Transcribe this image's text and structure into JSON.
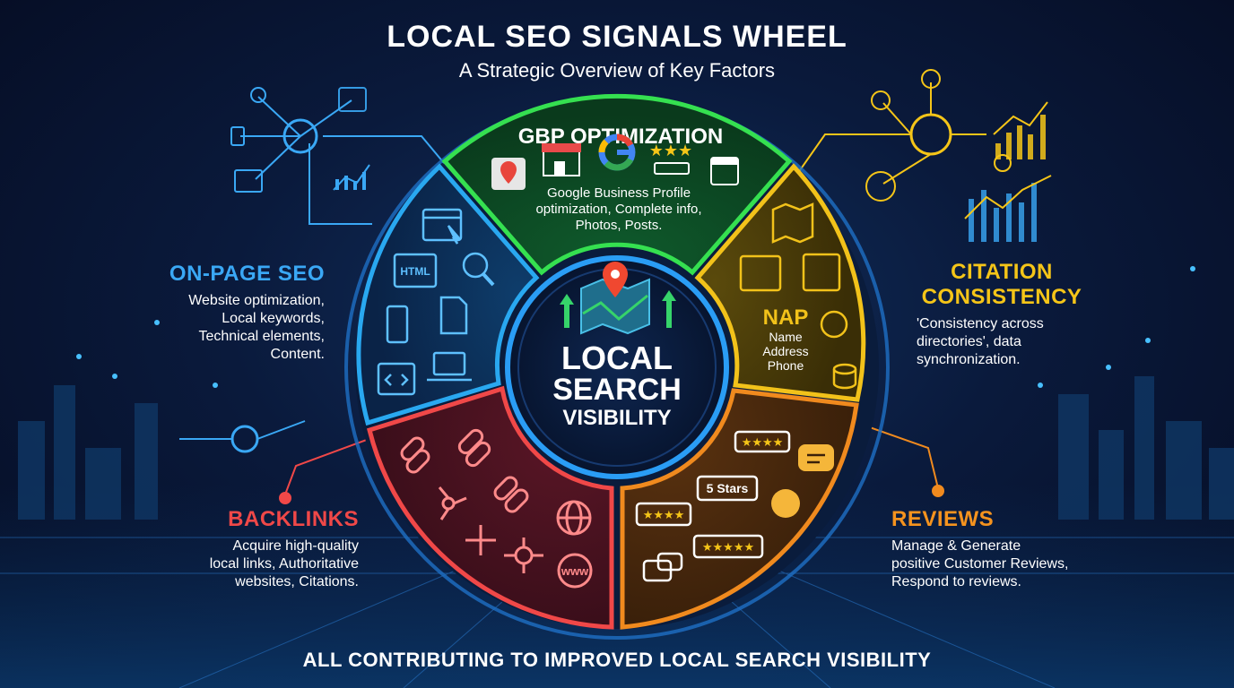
{
  "title": "LOCAL SEO SIGNALS WHEEL",
  "subtitle": "A Strategic Overview of Key Factors",
  "footer": "ALL CONTRIBUTING TO IMPROVED LOCAL SEARCH VISIBILITY",
  "center": {
    "line1": "LOCAL",
    "line2": "SEARCH",
    "line3": "VISIBILITY"
  },
  "segments": {
    "gbp": {
      "title": "GBP OPTIMIZATION",
      "desc1": "Google Business Profile",
      "desc2": "optimization, Complete info,",
      "desc3": "Photos, Posts.",
      "color": "#2fd24a"
    },
    "onpage": {
      "html_label": "HTML",
      "color": "#29a8f0"
    },
    "nap": {
      "title": "NAP",
      "l1": "Name",
      "l2": "Address",
      "l3": "Phone",
      "color": "#f2c21a"
    },
    "backlinks": {
      "www_label": "www",
      "color": "#f04848"
    },
    "reviews": {
      "stars_label": "5 Stars",
      "color": "#f08a1e"
    }
  },
  "sides": {
    "onpage": {
      "heading": "ON-PAGE SEO",
      "d1": "Website optimization,",
      "d2": "Local keywords,",
      "d3": "Technical elements,",
      "d4": "Content.",
      "color": "#3aa8f5"
    },
    "citation": {
      "heading1": "CITATION",
      "heading2": "CONSISTENCY",
      "d1": "'Consistency across",
      "d2": "directories', data",
      "d3": "synchronization.",
      "color": "#f5c518"
    },
    "backlinks": {
      "heading": "BACKLINKS",
      "d1": "Acquire high-quality",
      "d2": "local links, Authoritative",
      "d3": "websites, Citations.",
      "color": "#f04848"
    },
    "reviews": {
      "heading": "REVIEWS",
      "d1": "Manage & Generate",
      "d2": "positive Customer Reviews,",
      "d3": "Respond to reviews.",
      "color": "#f5931e"
    }
  }
}
